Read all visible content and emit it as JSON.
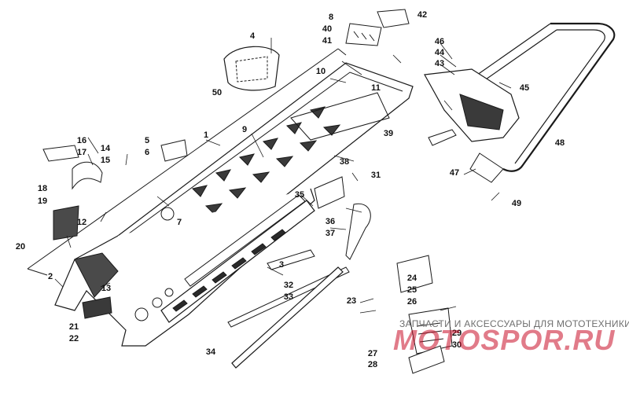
{
  "diagram": {
    "callouts": [
      "1",
      "2",
      "3",
      "4",
      "5",
      "6",
      "7",
      "8",
      "9",
      "10",
      "11",
      "12",
      "13",
      "14",
      "15",
      "16",
      "17",
      "18",
      "19",
      "20",
      "21",
      "22",
      "23",
      "24",
      "25",
      "26",
      "27",
      "28",
      "29",
      "30",
      "31",
      "32",
      "33",
      "34",
      "35",
      "36",
      "37",
      "38",
      "39",
      "40",
      "41",
      "42",
      "43",
      "44",
      "45",
      "46",
      "47",
      "48",
      "49",
      "50"
    ]
  },
  "watermark": {
    "tagline": "ЗАПЧАСТИ И АКСЕССУАРЫ ДЛЯ МОТОТЕХНИКИ",
    "logo": "MOTOSPOR.RU",
    "color": "#c9102a"
  }
}
